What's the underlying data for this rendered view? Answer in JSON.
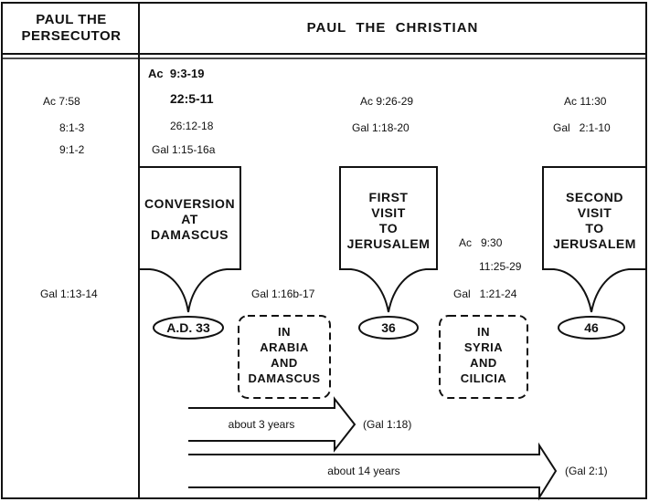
{
  "headers": {
    "left": "PAUL THE\nPERSECUTOR",
    "right": "PAUL  THE  CHRISTIAN"
  },
  "persecutor_refs": [
    "Ac 7:58",
    "8:1-3",
    "9:1-2",
    "Gal 1:13-14"
  ],
  "conversion": {
    "refs": [
      "Ac  9:3-19",
      "22:5-11",
      "26:12-18",
      "Gal 1:15-16a"
    ],
    "title": "CONVERSION\nAT\nDAMASCUS",
    "date": "A.D. 33"
  },
  "arabia": {
    "ref": "Gal 1:16b-17",
    "title": "IN\nARABIA\nAND\nDAMASCUS"
  },
  "first_visit": {
    "refs": [
      "Ac 9:26-29",
      "Gal 1:18-20"
    ],
    "title": "FIRST\nVISIT\nTO\nJERUSALEM",
    "date": "36"
  },
  "syria": {
    "refs": [
      "Ac   9:30",
      "11:25-29",
      "Gal   1:21-24"
    ],
    "title": "IN\nSYRIA\nAND\nCILICIA"
  },
  "second_visit": {
    "refs": [
      "Ac 11:30",
      "Gal   2:1-10"
    ],
    "title": "SECOND\nVISIT\nTO\nJERUSALEM",
    "date": "46"
  },
  "arrows": [
    {
      "label": "about 3 years",
      "ref": "(Gal 1:18)"
    },
    {
      "label": "about 14 years",
      "ref": "(Gal 2:1)"
    }
  ]
}
